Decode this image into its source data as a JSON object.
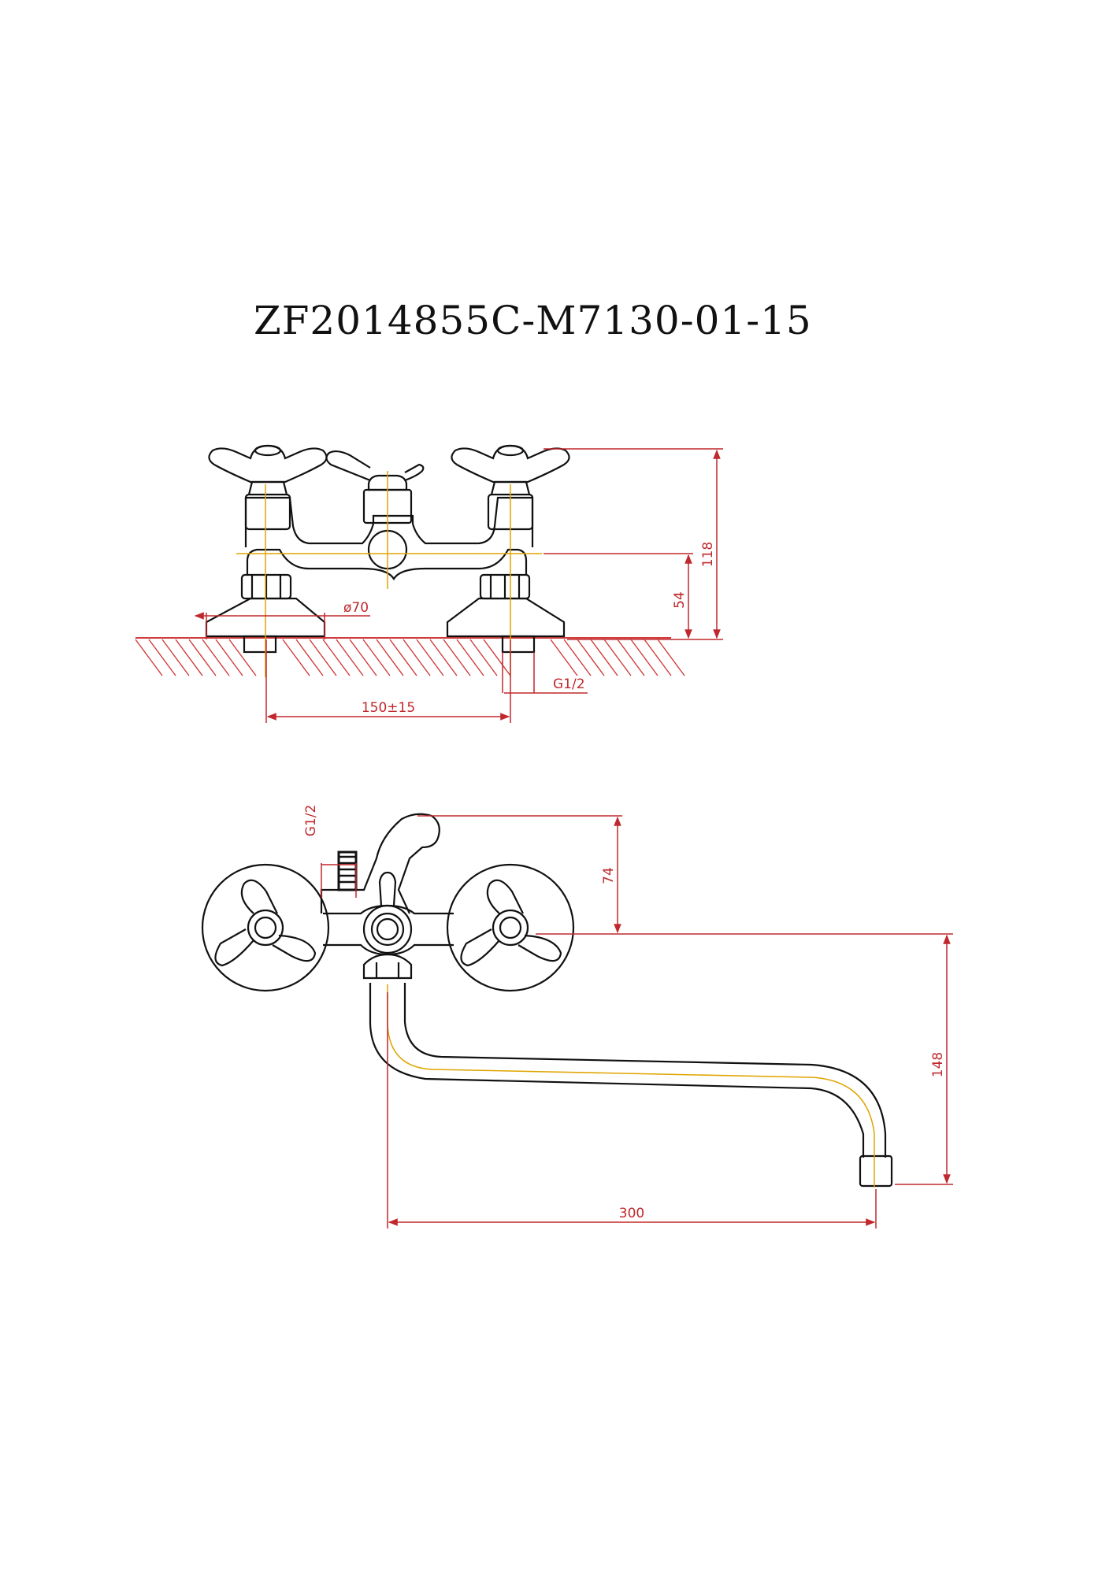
{
  "title": "ZF2014855C-M7130-01-15",
  "front_view": {
    "height_total": "118",
    "height_axis": "54",
    "flange_diameter": "ø70",
    "thread": "G1/2",
    "centers": "150±15"
  },
  "top_view": {
    "thread": "G1/2",
    "offset": "74",
    "drop": "148",
    "reach": "300"
  },
  "colors": {
    "outline": "#111111",
    "dimension": "#c0282d",
    "centerline": "#e0a400",
    "hatch": "#d13a3a",
    "background": "#ffffff"
  }
}
